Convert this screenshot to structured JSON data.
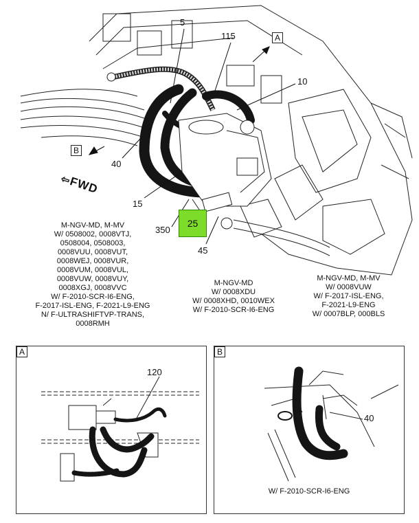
{
  "callouts": {
    "n5": "5",
    "n115": "115",
    "n10": "10",
    "n40": "40",
    "n15": "15",
    "n350": "350",
    "n25": "25",
    "n45": "45",
    "n120": "120",
    "n40b": "40"
  },
  "view_labels": {
    "a_main": "A",
    "b_main": "B",
    "a_panel": "A",
    "b_panel": "B"
  },
  "fwd_label": "FWD",
  "notes": {
    "left": "M-NGV-MD, M-MV\nW/ 0508002, 0008VTJ,\n0508004, 0508003,\n0008VUU, 0008VUT,\n0008WEJ, 0008VUR,\n0008VUM, 0008VUL,\n0008VUW, 0008VUY,\n0008XGJ, 0008VVC\nW/ F-2010-SCR-I6-ENG,\nF-2017-ISL-ENG, F-2021-L9-ENG\nN/ F-ULTRASHIFTVP-TRANS,\n0008RMH",
    "middle": "M-NGV-MD\nW/ 0008XDU\nW/ 0008XHD, 0010WEX\nW/ F-2010-SCR-I6-ENG",
    "right": "M-NGV-MD, M-MV\nW/ 0008VUW\nW/ F-2017-ISL-ENG,\nF-2021-L9-ENG\nW/ 0007BLP, 000BLS",
    "panel_b": "W/ F-2010-SCR-I6-ENG"
  },
  "colors": {
    "highlight": "#7ddb2a",
    "line": "#1a1a1a",
    "cable": "#151515"
  }
}
